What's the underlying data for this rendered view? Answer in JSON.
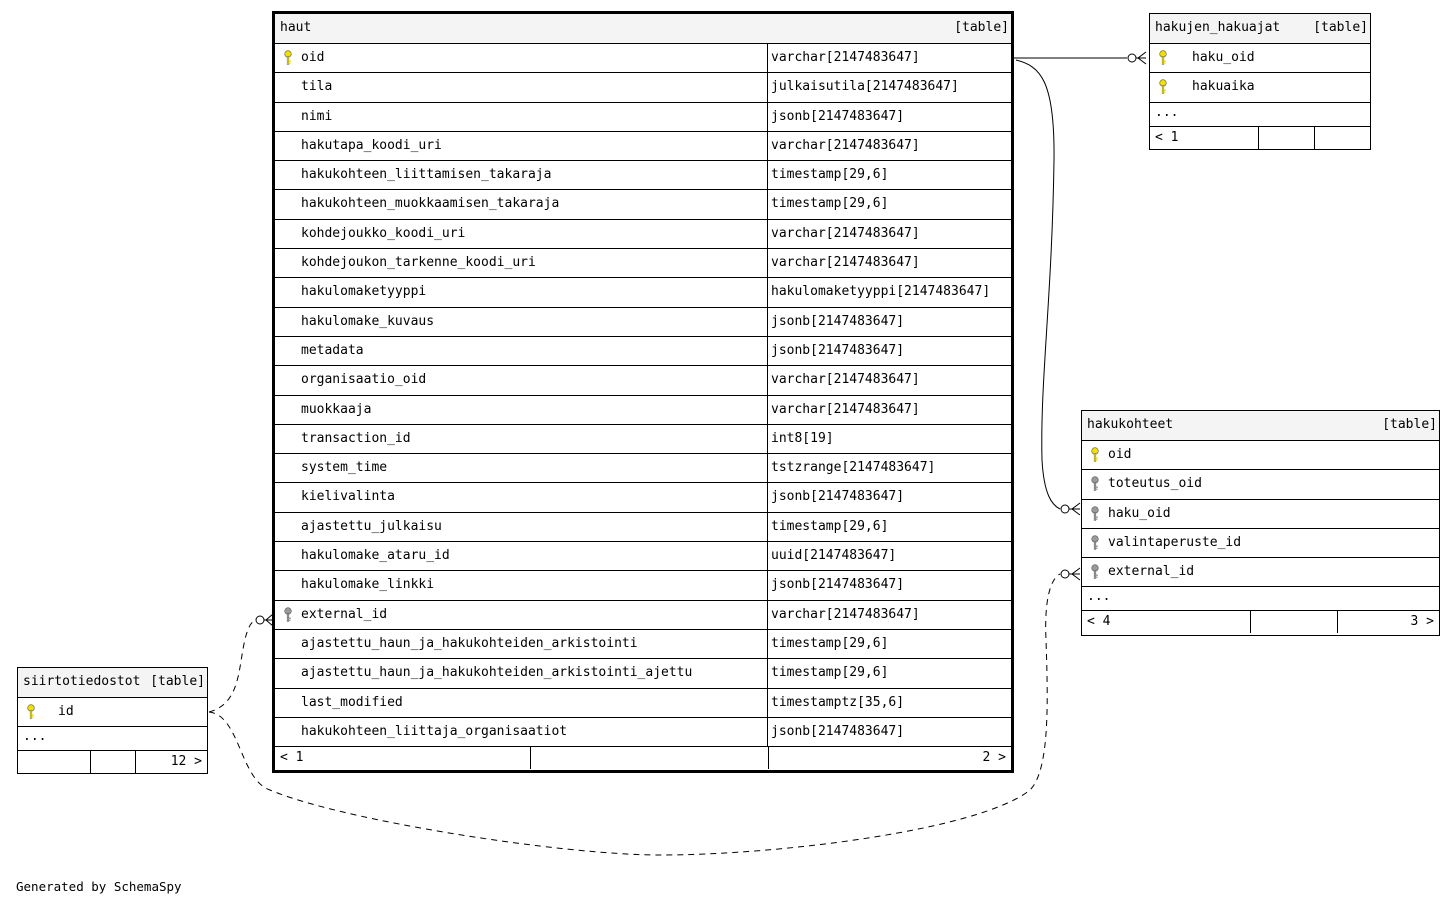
{
  "footer_text": "Generated by SchemaSpy",
  "tables": {
    "haut": {
      "name": "haut",
      "type_label": "[table]",
      "columns": [
        {
          "name": "oid",
          "type": "varchar[2147483647]",
          "key": "primary"
        },
        {
          "name": "tila",
          "type": "julkaisutila[2147483647]",
          "key": "none"
        },
        {
          "name": "nimi",
          "type": "jsonb[2147483647]",
          "key": "none"
        },
        {
          "name": "hakutapa_koodi_uri",
          "type": "varchar[2147483647]",
          "key": "none"
        },
        {
          "name": "hakukohteen_liittamisen_takaraja",
          "type": "timestamp[29,6]",
          "key": "none"
        },
        {
          "name": "hakukohteen_muokkaamisen_takaraja",
          "type": "timestamp[29,6]",
          "key": "none"
        },
        {
          "name": "kohdejoukko_koodi_uri",
          "type": "varchar[2147483647]",
          "key": "none"
        },
        {
          "name": "kohdejoukon_tarkenne_koodi_uri",
          "type": "varchar[2147483647]",
          "key": "none"
        },
        {
          "name": "hakulomaketyyppi",
          "type": "hakulomaketyyppi[2147483647]",
          "key": "none"
        },
        {
          "name": "hakulomake_kuvaus",
          "type": "jsonb[2147483647]",
          "key": "none"
        },
        {
          "name": "metadata",
          "type": "jsonb[2147483647]",
          "key": "none"
        },
        {
          "name": "organisaatio_oid",
          "type": "varchar[2147483647]",
          "key": "none"
        },
        {
          "name": "muokkaaja",
          "type": "varchar[2147483647]",
          "key": "none"
        },
        {
          "name": "transaction_id",
          "type": "int8[19]",
          "key": "none"
        },
        {
          "name": "system_time",
          "type": "tstzrange[2147483647]",
          "key": "none"
        },
        {
          "name": "kielivalinta",
          "type": "jsonb[2147483647]",
          "key": "none"
        },
        {
          "name": "ajastettu_julkaisu",
          "type": "timestamp[29,6]",
          "key": "none"
        },
        {
          "name": "hakulomake_ataru_id",
          "type": "uuid[2147483647]",
          "key": "none"
        },
        {
          "name": "hakulomake_linkki",
          "type": "jsonb[2147483647]",
          "key": "none"
        },
        {
          "name": "external_id",
          "type": "varchar[2147483647]",
          "key": "foreign"
        },
        {
          "name": "ajastettu_haun_ja_hakukohteiden_arkistointi",
          "type": "timestamp[29,6]",
          "key": "none"
        },
        {
          "name": "ajastettu_haun_ja_hakukohteiden_arkistointi_ajettu",
          "type": "timestamp[29,6]",
          "key": "none"
        },
        {
          "name": "last_modified",
          "type": "timestamptz[35,6]",
          "key": "none"
        },
        {
          "name": "hakukohteen_liittaja_organisaatiot",
          "type": "jsonb[2147483647]",
          "key": "none"
        }
      ],
      "footer_left": "< 1",
      "footer_right": "2 >"
    },
    "hakujen_hakuajat": {
      "name": "hakujen_hakuajat",
      "type_label": "[table]",
      "columns": [
        {
          "name": "haku_oid",
          "key": "primary"
        },
        {
          "name": "hakuaika",
          "key": "primary"
        }
      ],
      "more": "...",
      "footer_left": "< 1",
      "footer_right": ""
    },
    "hakukohteet": {
      "name": "hakukohteet",
      "type_label": "[table]",
      "columns": [
        {
          "name": "oid",
          "key": "primary"
        },
        {
          "name": "toteutus_oid",
          "key": "foreign"
        },
        {
          "name": "haku_oid",
          "key": "foreign"
        },
        {
          "name": "valintaperuste_id",
          "key": "foreign"
        },
        {
          "name": "external_id",
          "key": "foreign"
        }
      ],
      "more": "...",
      "footer_left": "< 4",
      "footer_right": "3 >"
    },
    "siirtotiedostot": {
      "name": "siirtotiedostot",
      "type_label": "[table]",
      "columns": [
        {
          "name": "id",
          "key": "primary"
        }
      ],
      "more": "...",
      "footer_left": "",
      "footer_right": "12 >"
    }
  },
  "colors": {
    "primary_key": "#f0e000",
    "foreign_key": "#9a9a9a",
    "line": "#000000",
    "header_bg": "#f4f4f4"
  }
}
